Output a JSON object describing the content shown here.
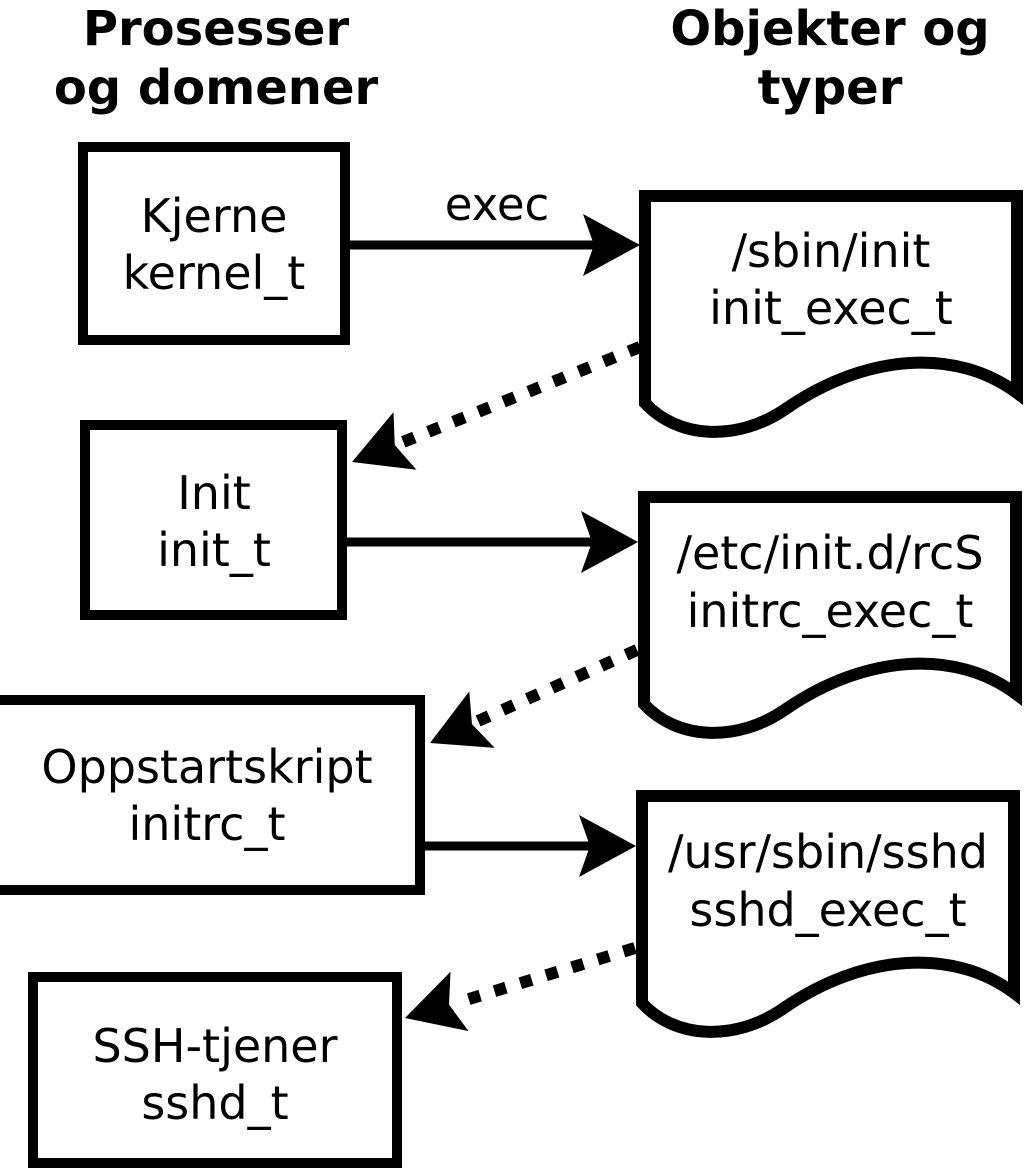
{
  "headers": {
    "processes_line1": "Prosesser",
    "processes_line2": "og domener",
    "objects_line1": "Objekter og",
    "objects_line2": "typer"
  },
  "process_nodes": [
    {
      "label": "Kjerne",
      "domain": "kernel_t"
    },
    {
      "label": "Init",
      "domain": "init_t"
    },
    {
      "label": "Oppstartskript",
      "domain": "initrc_t"
    },
    {
      "label": "SSH-tjener",
      "domain": "sshd_t"
    }
  ],
  "object_nodes": [
    {
      "path": "/sbin/init",
      "type": "init_exec_t"
    },
    {
      "path": "/etc/init.d/rcS",
      "type": "initrc_exec_t"
    },
    {
      "path": "/usr/sbin/sshd",
      "type": "sshd_exec_t"
    }
  ],
  "edge_labels": {
    "exec": "exec"
  },
  "colors": {
    "line": "#000000",
    "node_fill": "#ffffff",
    "background": "#ffffff"
  }
}
